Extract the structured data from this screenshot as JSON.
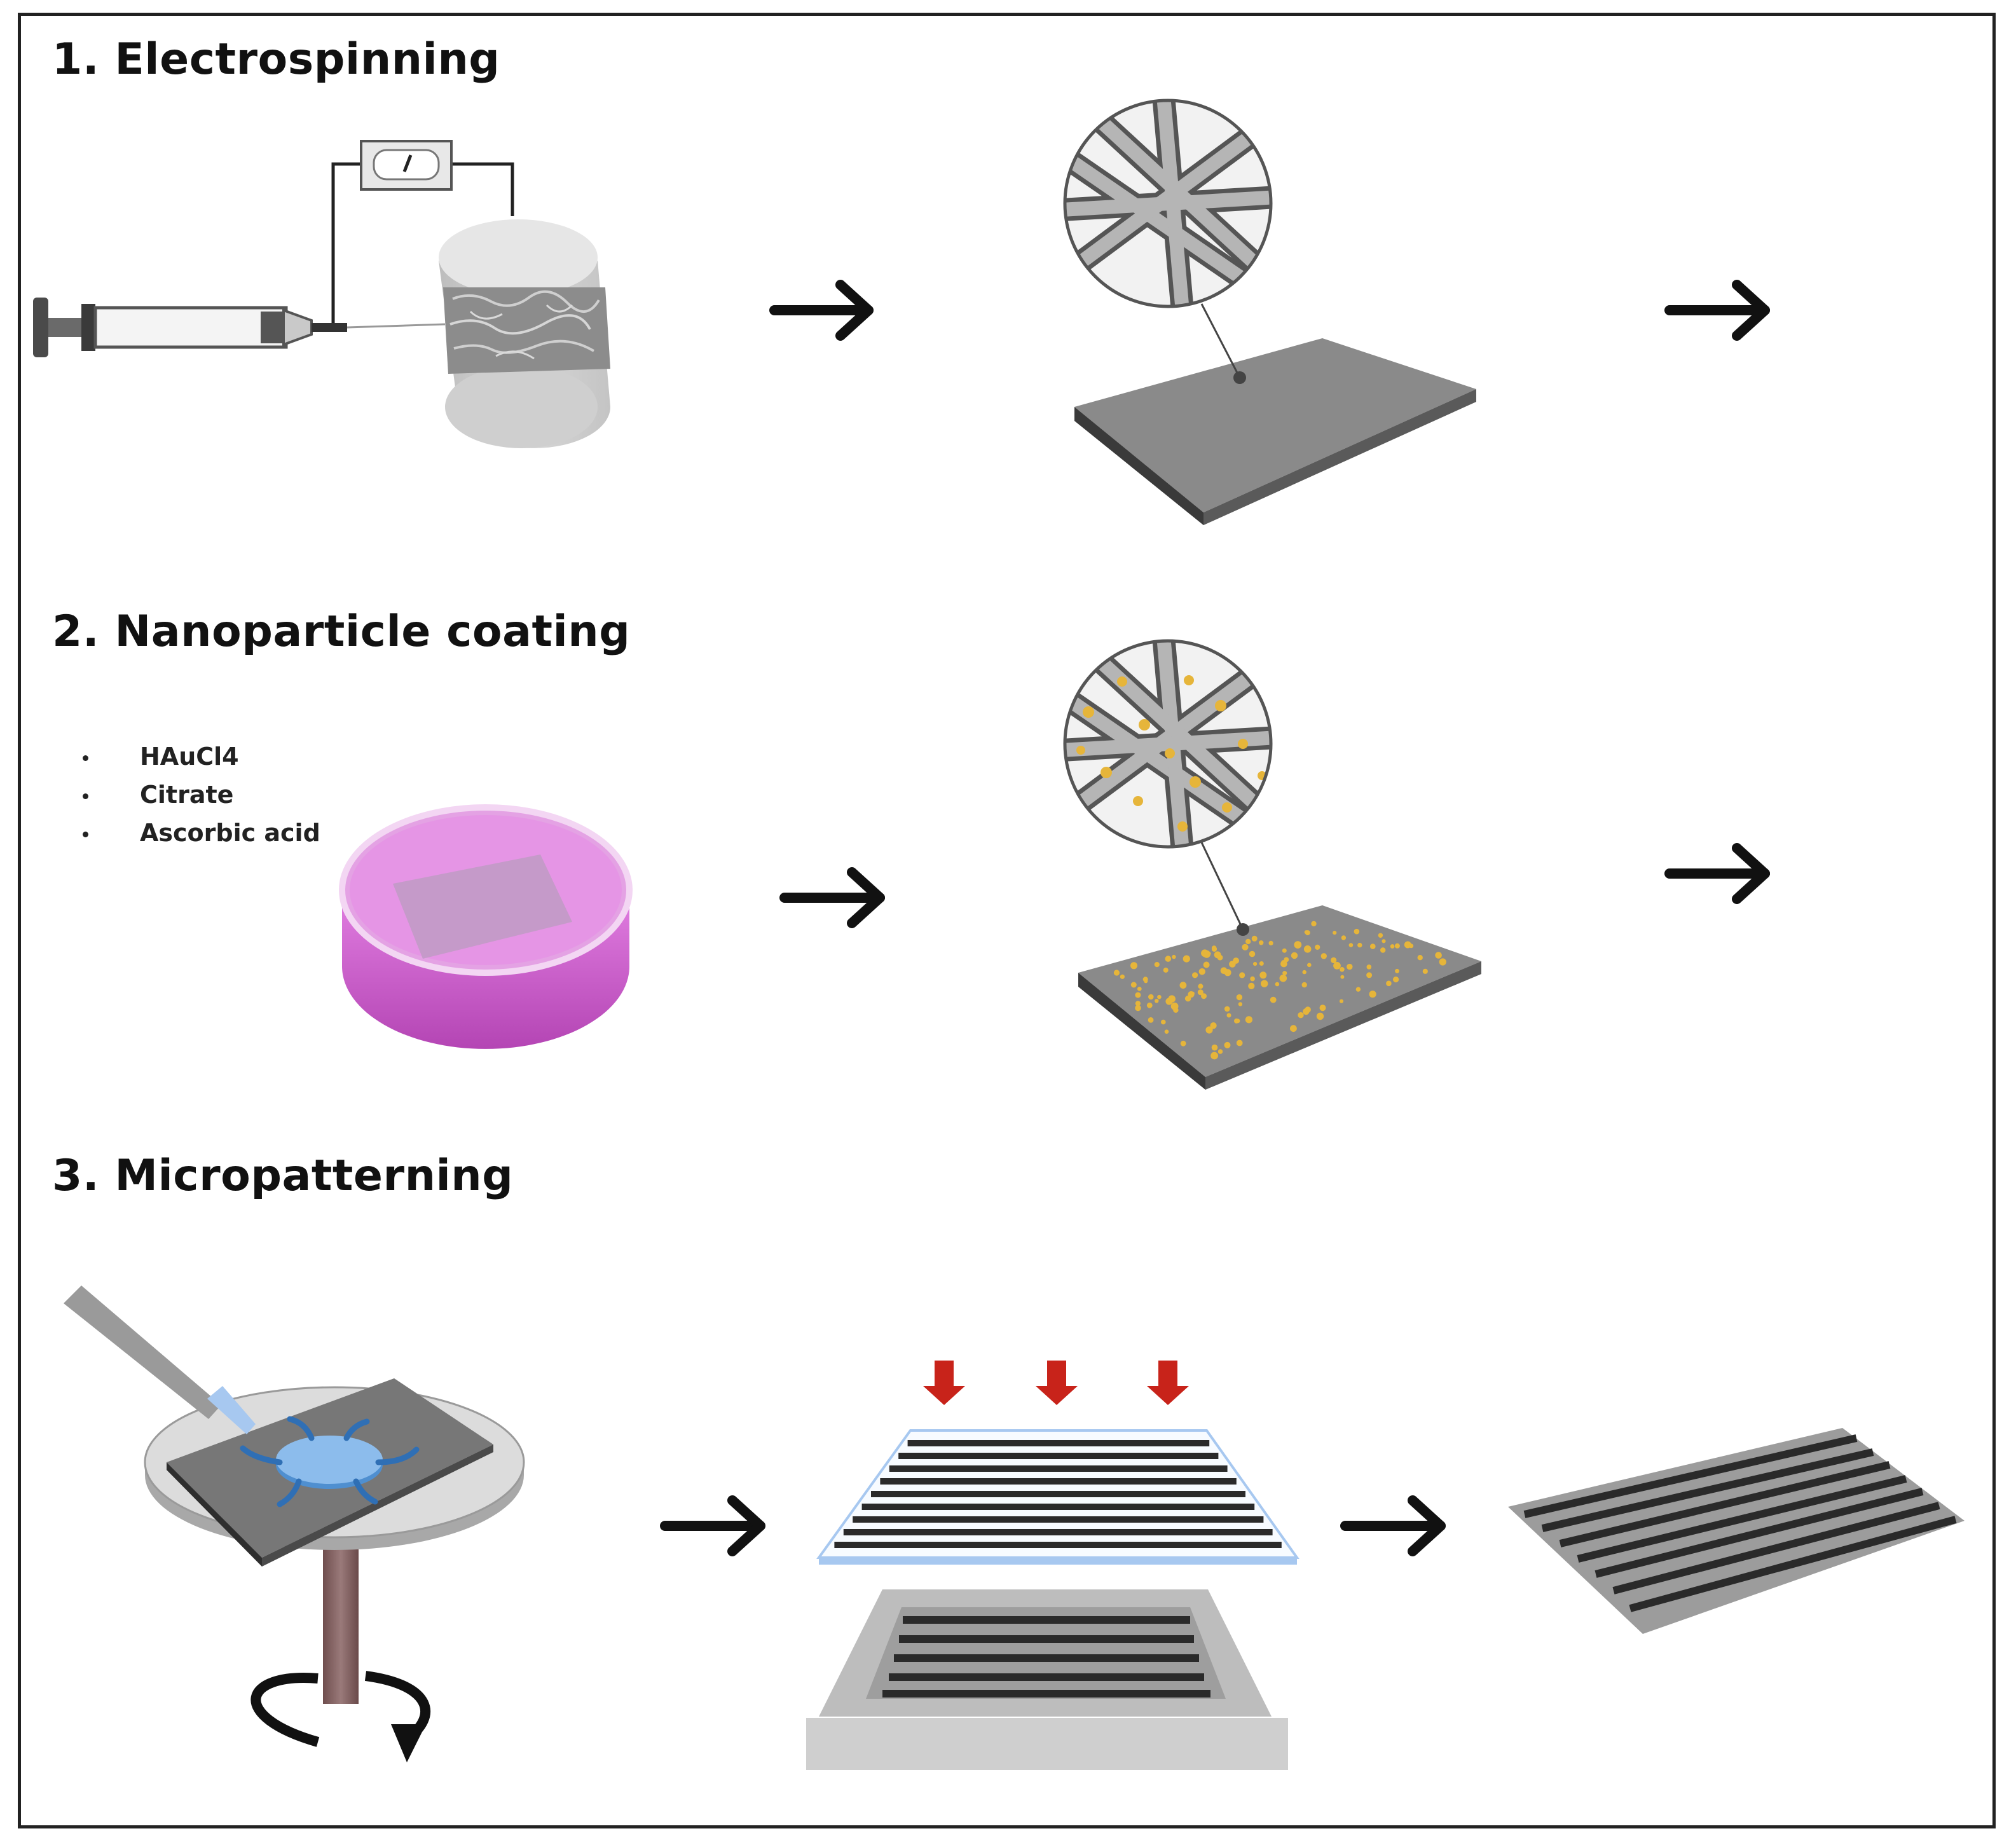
{
  "steps": [
    {
      "title": "1. Electrospinning"
    },
    {
      "title": "2. Nanoparticle coating",
      "reagents": [
        "HAuCl4",
        "Citrate",
        "Ascorbic acid"
      ]
    },
    {
      "title": "3. Micropatterning"
    }
  ],
  "colors": {
    "frame": "#222222",
    "fiber_mat": "#8a8a8a",
    "petri_solution": "#e4a2e4",
    "gold_nanoparticle": "#e6b53a",
    "polymer_drop": "#6aa6e0",
    "press_arrow": "#c8231a",
    "stripe": "#2a2a2a"
  },
  "icons": [
    "syringe-icon",
    "voltmeter-icon",
    "collector-drum-icon",
    "magnifier-icon",
    "petri-dish-icon",
    "spin-coater-icon",
    "pipette-icon",
    "rotation-arrow-icon",
    "press-arrow-icon",
    "stamp-icon",
    "flow-arrow-icon"
  ]
}
